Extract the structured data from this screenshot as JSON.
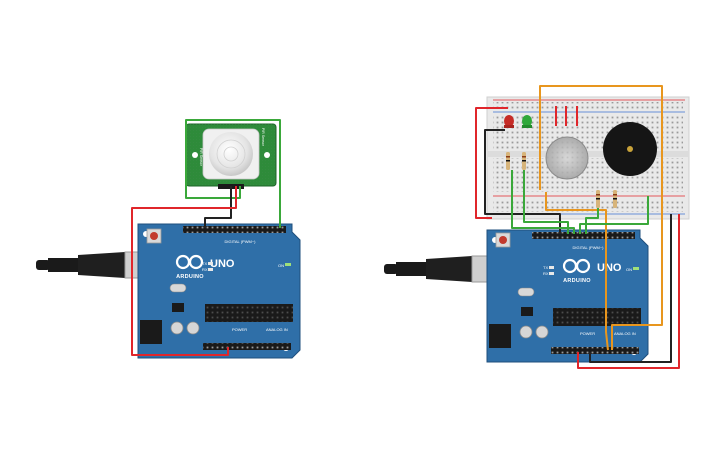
{
  "left_circuit": {
    "board": {
      "brand": "ARDUINO",
      "model": "UNO",
      "label_digital": "DIGITAL (PWM~)",
      "label_power": "POWER",
      "label_analog": "ANALOG IN",
      "label_on": "ON",
      "label_tx": "TX",
      "label_rx": "RX",
      "label_l": "L"
    },
    "sensor": {
      "label_left": "PIR Sensor",
      "label_right": "PIR Sensor"
    }
  },
  "right_circuit": {
    "board": {
      "brand": "ARDUINO",
      "model": "UNO",
      "label_digital": "DIGITAL (PWM~)",
      "label_power": "POWER",
      "label_analog": "ANALOG IN",
      "label_on": "ON",
      "label_tx": "TX",
      "label_rx": "RX",
      "label_l": "L"
    }
  },
  "colors": {
    "board": "#2f6fa8",
    "board_dark": "#1f4f7d",
    "pir_pcb": "#2e8b3a",
    "wire_red": "#e0262b",
    "wire_black": "#222222",
    "wire_green": "#3aa83a",
    "wire_orange": "#e8961e",
    "breadboard": "#e9e9e9"
  }
}
